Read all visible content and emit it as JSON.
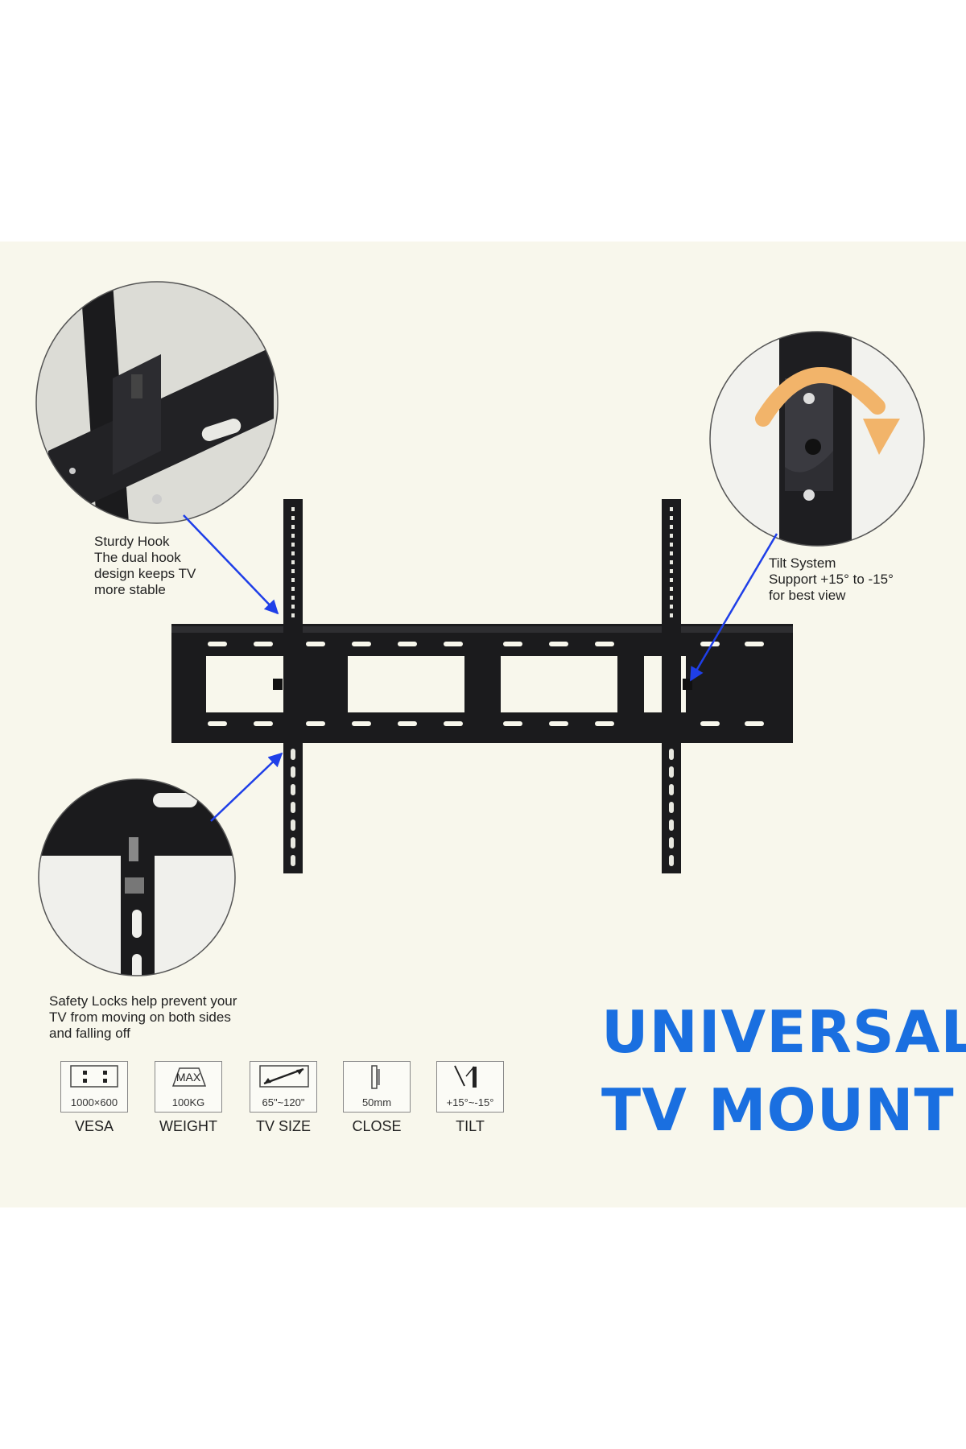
{
  "callouts": {
    "hook": {
      "lines": [
        "Sturdy Hook",
        "The dual hook",
        "design keeps TV",
        "more stable"
      ]
    },
    "tilt": {
      "lines": [
        "Tilt System",
        "Support +15° to -15°",
        "for best view"
      ]
    },
    "locks": {
      "lines": [
        "Safety Locks help prevent your",
        "TV from moving on both sides",
        "and falling off"
      ]
    }
  },
  "specs": [
    {
      "icon": "vesa-icon",
      "value": "1000×600",
      "label": "VESA"
    },
    {
      "icon": "max-weight-icon",
      "icon_text": "MAX",
      "value": "100KG",
      "label": "WEIGHT"
    },
    {
      "icon": "tv-size-icon",
      "value": "65\"~120\"",
      "label": "TV SIZE"
    },
    {
      "icon": "wall-gap-icon",
      "value": "50mm",
      "label": "CLOSE"
    },
    {
      "icon": "tilt-icon",
      "value": "+15°~-15°",
      "label": "TILT"
    }
  ],
  "headline": {
    "line1": "UNIVERSAL",
    "line2": "TV MOUNT"
  },
  "colors": {
    "panel_background": "#f8f7ec",
    "headline": "#1a6fe0",
    "arrow": "#1f3fe8",
    "mount_metal": "#1b1b1d",
    "tilt_arrow": "#f2b46a"
  }
}
